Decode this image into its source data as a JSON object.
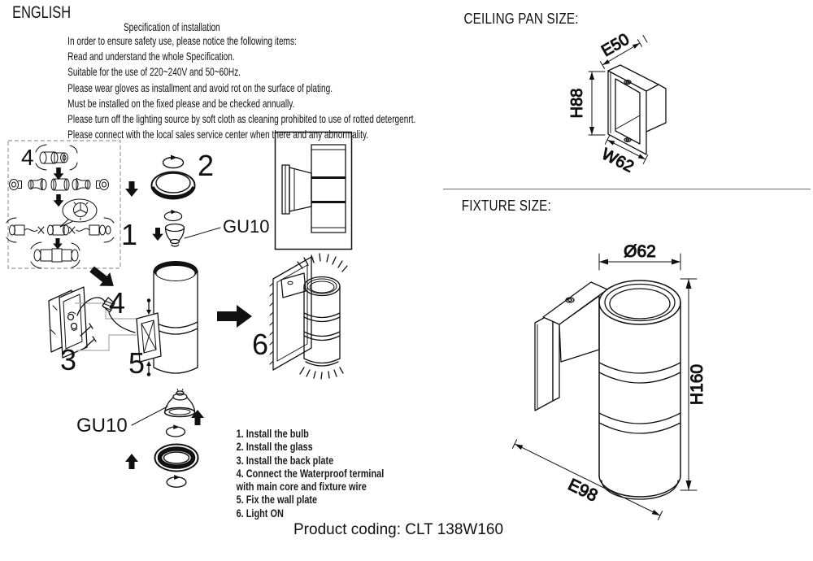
{
  "header": {
    "language": "ENGLISH",
    "spec_title": "Specification of installation"
  },
  "instructions": [
    "In order to ensure safety use, please notice the following items:",
    "Read and understand the whole Specification.",
    "Suitable for the use of 220~240V and 50~60Hz.",
    "Please wear gloves as installment and avoid rot on the surface of plating.",
    "Must be installed on the fixed please and be checked annually.",
    "Please turn off the lighting source by soft cloth as cleaning prohibited to use of rotted detergenrt.",
    "Please connect with the local sales service center when there and any abnormality."
  ],
  "diagram": {
    "num1": "1",
    "num2": "2",
    "num3": "3",
    "num4": "4",
    "num4_inset": "4",
    "num5": "5",
    "num6": "6",
    "gu10_top": "GU10",
    "gu10_bottom": "GU10"
  },
  "steps_list": [
    "1. Install the bulb",
    "2. Install the glass",
    "3. Install the back plate",
    "4. Connect the Waterproof terminal",
    "with main core and fixture wire",
    "5. Fix the wall plate",
    "6. Light ON"
  ],
  "ceiling_pan": {
    "title": "CEILING PAN SIZE:",
    "dim_depth": "E50",
    "dim_height": "H88",
    "dim_width": "W62"
  },
  "fixture": {
    "title": "FIXTURE SIZE:",
    "dim_diameter": "Ø62",
    "dim_height": "H160",
    "dim_extension": "E98"
  },
  "footer": {
    "product_coding": "Product coding: CLT 138W160"
  },
  "colors": {
    "ink": "#111111",
    "gray_outline": "#b8b8b8",
    "dashed_box": "#999999"
  }
}
